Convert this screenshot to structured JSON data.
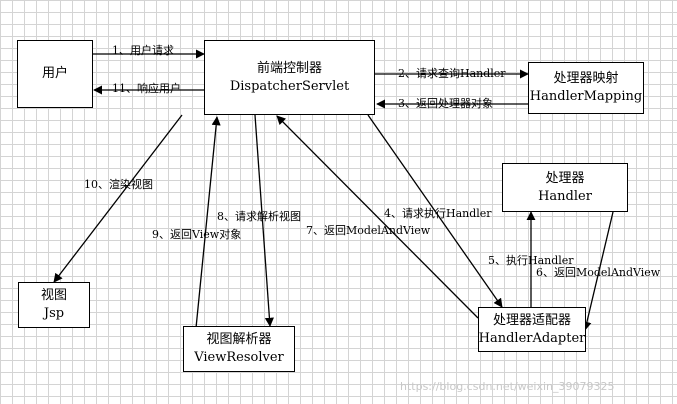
{
  "nodes": {
    "user": [
      "用户"
    ],
    "dispatcher": [
      "前端控制器",
      "DispatcherServlet"
    ],
    "mapping": [
      "处理器映射",
      "HandlerMapping"
    ],
    "handler": [
      "处理器",
      "Handler"
    ],
    "view": [
      "视图",
      "Jsp"
    ],
    "resolver": [
      "视图解析器",
      "ViewResolver"
    ],
    "adapter": [
      "处理器适配器",
      "HandlerAdapter"
    ]
  },
  "steps": {
    "s1": "1、用户请求",
    "s2": "2、请求查询Handler",
    "s3": "3、返回处理器对象",
    "s4": "4、请求执行Handler",
    "s5": "5、执行Handler",
    "s6": "6、返回ModelAndView",
    "s7": "7、返回ModelAndView",
    "s8": "8、请求解析视图",
    "s9": "9、返回View对象",
    "s10": "10、渲染视图",
    "s11": "11、响应用户"
  },
  "watermark": "https://blog.csdn.net/weixin_39079325"
}
